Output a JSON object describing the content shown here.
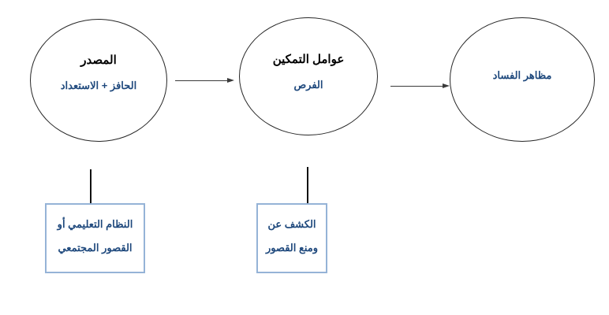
{
  "flow": {
    "nodes": [
      {
        "title": "المصدر",
        "subtitle": "الحافز + الاستعداد"
      },
      {
        "title": "عوامل التمكين",
        "subtitle": "الفرص"
      },
      {
        "subtitle": "مظاهر الفساد"
      }
    ],
    "callouts": [
      {
        "lines": [
          "النظام التعليمي أو",
          "القصور المجتمعي"
        ]
      },
      {
        "lines": [
          "الكشف عن",
          "ومنع القصور"
        ]
      }
    ],
    "colors": {
      "accent_text": "#1f497d",
      "callout_border": "#95b3d7",
      "shape_border": "#262626",
      "arrow": "#3a3a3a"
    }
  }
}
